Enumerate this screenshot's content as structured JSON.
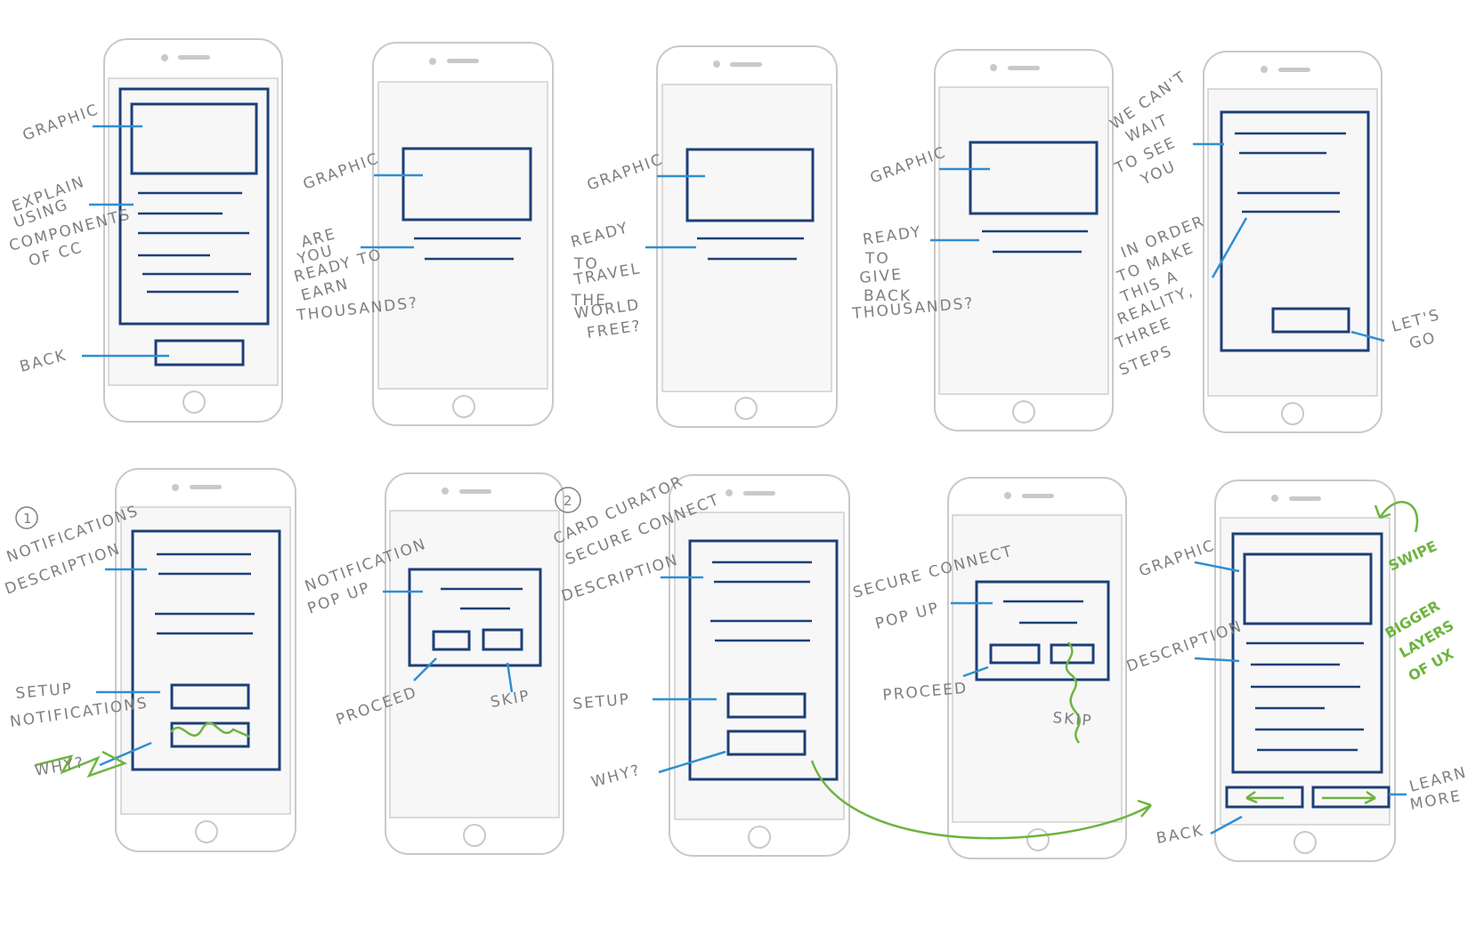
{
  "labels": {
    "p1_graphic": "GRAPHIC",
    "p1_explain_1": "EXPLAIN",
    "p1_explain_2": "USING",
    "p1_explain_3": "COMPONENTS",
    "p1_explain_4": "OF CC",
    "p1_back": "BACK",
    "p2_graphic": "GRAPHIC",
    "p2_q_1": "ARE",
    "p2_q_2": "YOU",
    "p2_q_3": "READY TO",
    "p2_q_4": "EARN",
    "p2_q_5": "THOUSANDS?",
    "p3_graphic": "GRAPHIC",
    "p3_q_1": "READY",
    "p3_q_2": "TO",
    "p3_q_3": "TRAVEL",
    "p3_q_4": "THE",
    "p3_q_5": "WORLD",
    "p3_q_6": "FREE?",
    "p4_graphic": "GRAPHIC",
    "p4_q_1": "READY",
    "p4_q_2": "TO",
    "p4_q_3": "GIVE",
    "p4_q_4": "BACK",
    "p4_q_5": "THOUSANDS?",
    "p5_wait_1": "WE CAN'T",
    "p5_wait_2": "WAIT",
    "p5_wait_3": "TO SEE",
    "p5_wait_4": "YOU",
    "p5_order_1": "IN ORDER",
    "p5_order_2": "TO MAKE",
    "p5_order_3": "THIS A",
    "p5_order_4": "REALITY,",
    "p5_order_5": "THREE",
    "p5_order_6": "STEPS",
    "p5_go_1": "LET'S",
    "p5_go_2": "GO",
    "p6_num": "1",
    "p6_notif_1": "NOTIFICATIONS",
    "p6_notif_2": "DESCRIPTION",
    "p6_setup_1": "SETUP",
    "p6_setup_2": "NOTIFICATIONS",
    "p6_why": "WHY?",
    "p7_popup_1": "NOTIFICATION",
    "p7_popup_2": "POP UP",
    "p7_proceed": "PROCEED",
    "p7_skip": "SKIP",
    "p8_num": "2",
    "p8_title_1": "CARD CURATOR",
    "p8_title_2": "SECURE CONNECT",
    "p8_desc": "DESCRIPTION",
    "p8_setup": "SETUP",
    "p8_why": "WHY?",
    "p9_popup_1": "SECURE CONNECT",
    "p9_popup_2": "POP UP",
    "p9_proceed": "PROCEED",
    "p9_skip": "SKIP",
    "p10_graphic": "GRAPHIC",
    "p10_desc": "DESCRIPTION",
    "p10_back": "BACK",
    "p10_learn_1": "LEARN",
    "p10_learn_2": "MORE",
    "p10_swipe": "SWIPE",
    "p10_bigger_1": "BIGGER",
    "p10_bigger_2": "LAYERS",
    "p10_bigger_3": "OF UX"
  },
  "colors": {
    "wireframe": "#1d3f78",
    "annotation": "#2f8fd2",
    "markup": "#6eb43f",
    "handwriting": "#7f7f7f"
  }
}
